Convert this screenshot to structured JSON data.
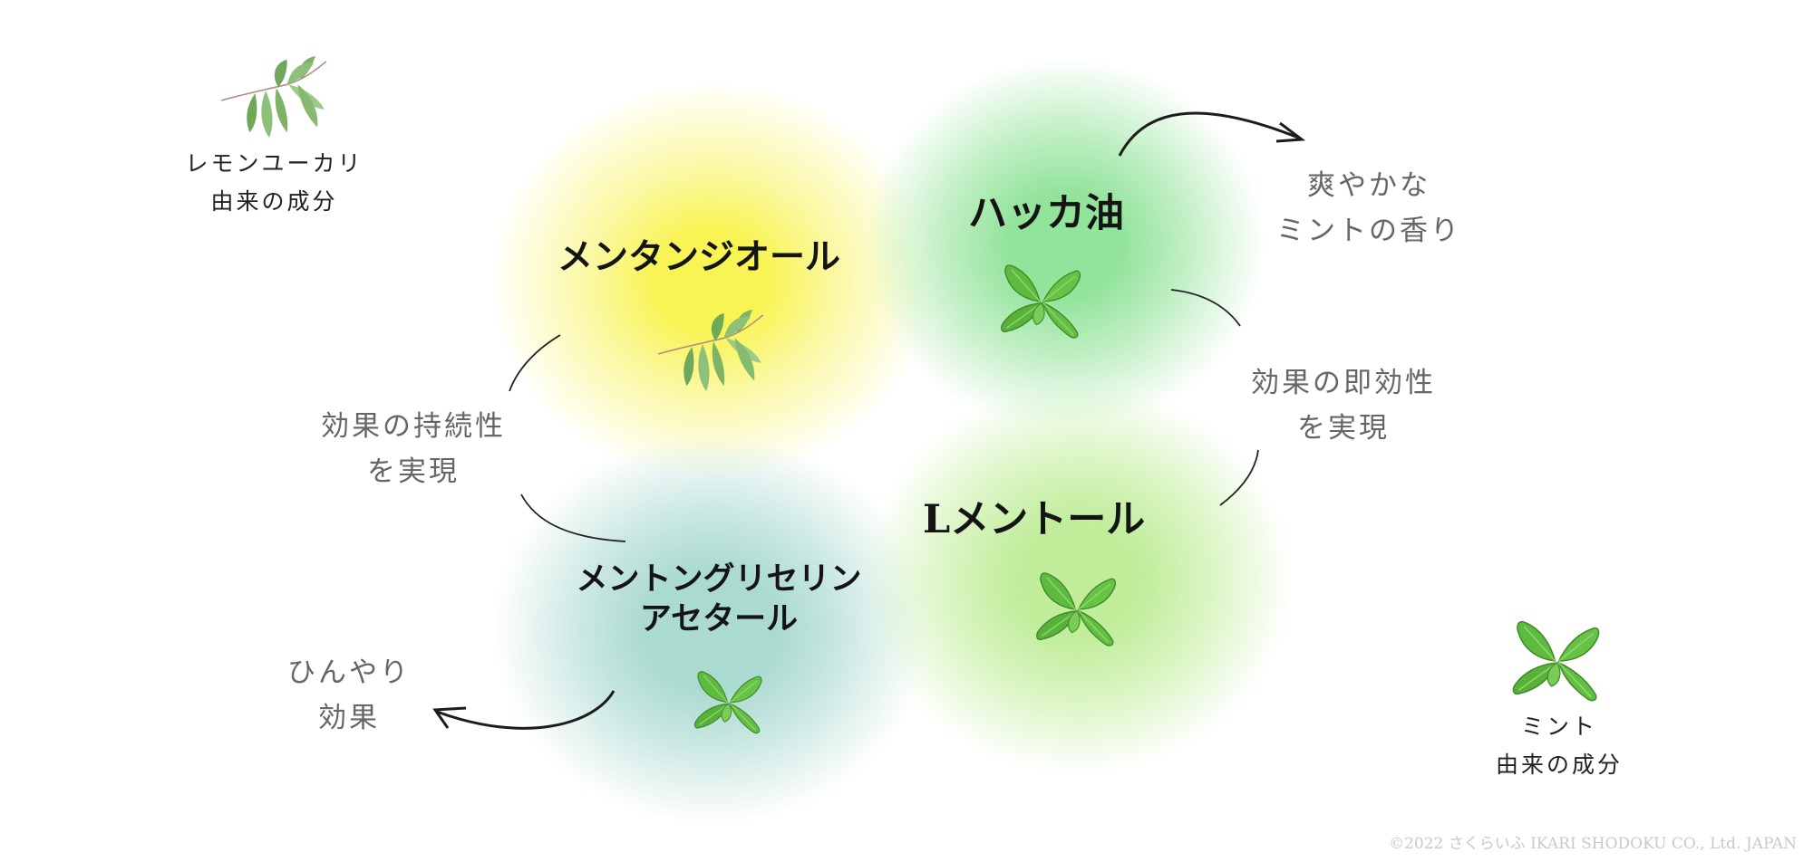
{
  "ingredients": {
    "menthanediol": "メンタンジオール",
    "peppermint_oil": "ハッカ油",
    "l_menthol": "Lメントール",
    "menthone_glycerin_acetal_line1": "メントングリセリン",
    "menthone_glycerin_acetal_line2": "アセタール"
  },
  "notes": {
    "scent_line1": "爽やかな",
    "scent_line2": "ミントの香り",
    "immediate_line1": "効果の即効性",
    "immediate_line2": "を実現",
    "lasting_line1": "効果の持続性",
    "lasting_line2": "を実現",
    "cooling_line1": "ひんやり",
    "cooling_line2": "効果"
  },
  "legend": {
    "lemon_eucalyptus_line1": "レモンユーカリ",
    "lemon_eucalyptus_line2": "由来の成分",
    "mint_line1": "ミント",
    "mint_line2": "由来の成分"
  },
  "icons": {
    "eucalyptus": "eucalyptus-sprig-icon",
    "mint": "mint-leaves-icon"
  },
  "colors": {
    "yellow": "#f8f34a",
    "green": "#8ce296",
    "teal": "#a6d8ce",
    "light_green": "#beec96"
  },
  "copyright": "©2022 さくらいふ IKARI SHODOKU CO., Ltd. JAPAN"
}
